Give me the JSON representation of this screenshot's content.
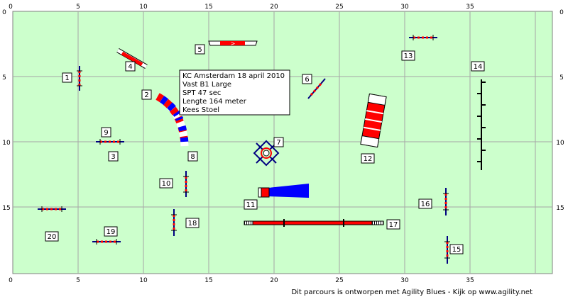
{
  "axis": {
    "x_ticks": [
      "0",
      "5",
      "10",
      "15",
      "20",
      "25",
      "30",
      "35"
    ],
    "y_ticks": [
      "0",
      "5",
      "10",
      "15"
    ]
  },
  "info": {
    "line1": "KC Amsterdam 18 april 2010",
    "line2": "Vast B1 Large",
    "line3": "SPT 47 sec",
    "line4": "Lengte 164 meter",
    "line5": "Kees Stoel"
  },
  "obstacles": [
    "1",
    "2",
    "3",
    "4",
    "5",
    "6",
    "7",
    "8",
    "9",
    "10",
    "11",
    "12",
    "13",
    "14",
    "15",
    "16",
    "17",
    "18",
    "19",
    "20"
  ],
  "footer": "Dit parcours is ontworpen met Agility Blues - Kijk op www.agility.net",
  "colors": {
    "field": "#ccffcc",
    "grid": "#a6a6a6",
    "red": "#ff0000",
    "blue": "#0000ff",
    "pole": "#000080"
  }
}
